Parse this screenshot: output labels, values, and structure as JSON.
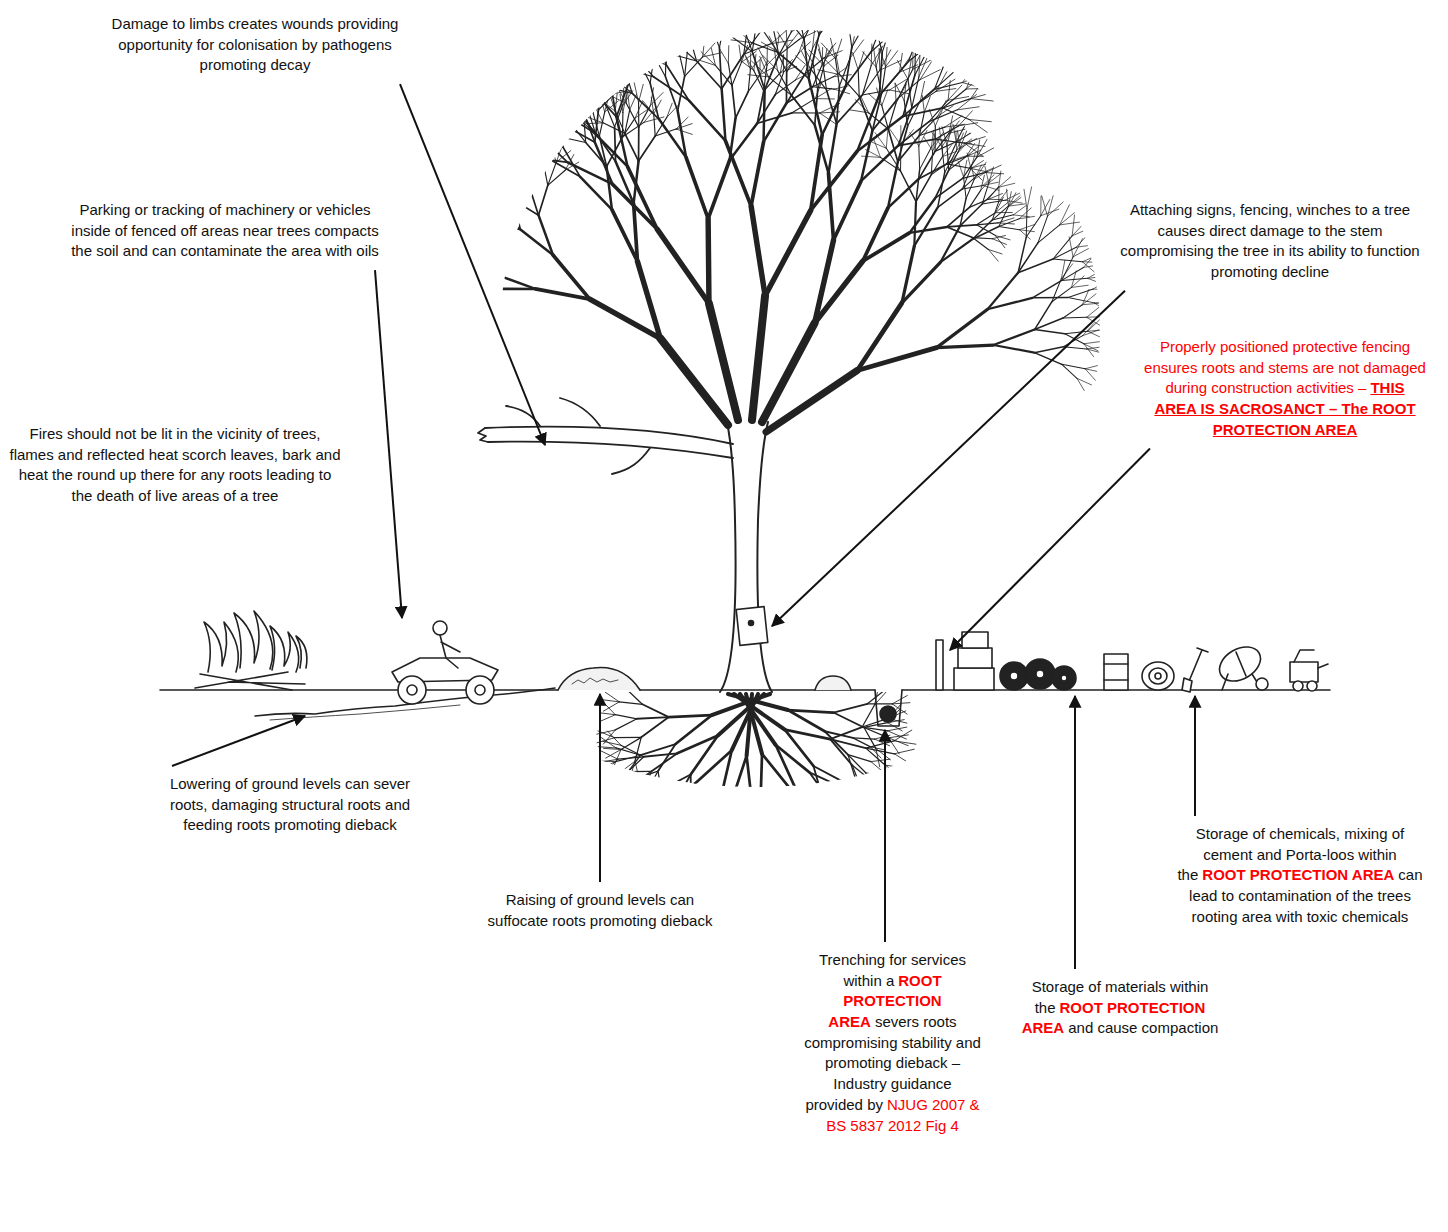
{
  "diagram": {
    "labels": [
      "Damage to limbs creates wounds providing opportunity for colonisation by pathogens promoting decay",
      "Parking or tracking of machinery or vehicles inside of fenced off areas near trees compacts the soil and can contaminate the area with oils",
      "Fires should not be lit in the vicinity of trees, flames and reflected heat scorch leaves, bark and heat the round up there for any roots leading to the death of live areas of a tree",
      "Attaching signs, fencing, winches to a tree causes direct damage to the stem compromising the tree in its ability to function promoting decline",
      "Properly positioned protective fencing ensures roots and stems are not damaged during construction activities –",
      "THIS AREA IS SACROSANCT – The ROOT PROTECTION AREA",
      "Lowering of ground levels can sever roots, damaging structural roots and feeding roots promoting dieback",
      "Raising of ground levels can suffocate roots promoting dieback",
      "Trenching for services within a",
      "ROOT PROTECTION AREA",
      "severs roots compromising stability and promoting dieback – Industry guidance provided by",
      "NJUG 2007 & BS 5837 2012 Fig 4",
      "Storage of materials within the",
      "ROOT PROTECTION AREA",
      "and cause compaction",
      "Storage of chemicals, mixing of cement and Porta-loos within the",
      "ROOT PROTECTION AREA",
      "can lead to contamination of the trees rooting area with toxic chemicals"
    ]
  }
}
